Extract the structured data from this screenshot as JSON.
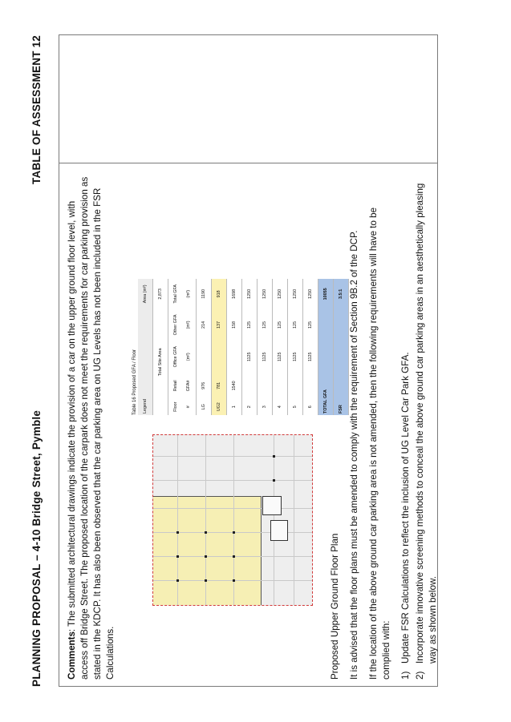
{
  "header": {
    "left_title": "PLANNING PROPOSAL – 4-10 Bridge Street, Pymble",
    "right_title": "TABLE OF ASSESSMENT   12"
  },
  "comments": {
    "label": "Comments",
    "text": ": The submitted architectural drawings indicate the provision of a car on the upper ground floor level, with access off Bridge Street. The proposed location of the carpark does not meet the requirements for car parking provision as stated in the KDCP. It has also been observed that the car parking area on UG Levels has not been included in the FSR Calculations."
  },
  "figure": {
    "plan_caption": "Proposed Upper Ground Floor Plan",
    "table_caption": "Table 16   Proposed GFA / Floor",
    "table": {
      "legend": "Legend",
      "area_header": "Area (m²)",
      "site_area_label": "Total Site Area",
      "site_area_value": "2,873",
      "columns": [
        "Floor #",
        "Retail GFA#",
        "Office GFA (m²)",
        "Other GFA (m²)",
        "Total GFA (m²)"
      ],
      "rows": [
        [
          "LG",
          "976",
          "",
          "214",
          "1190"
        ],
        [
          "UG2",
          "781",
          "",
          "137",
          "918"
        ],
        [
          "1",
          "1540",
          "",
          "158",
          "1698"
        ],
        [
          "2",
          "",
          "1125",
          "125",
          "1250"
        ],
        [
          "3",
          "",
          "1125",
          "125",
          "1250"
        ],
        [
          "4",
          "",
          "1125",
          "125",
          "1250"
        ],
        [
          "5",
          "",
          "1125",
          "125",
          "1250"
        ],
        [
          "6",
          "",
          "1125",
          "125",
          "1250"
        ]
      ],
      "total_label": "TOTAL GFA",
      "total_value": "10055",
      "fsr_label": "FSR",
      "fsr_value": "3.5:1"
    }
  },
  "advice": "It is advised that the floor plans must be amended to comply with the requirement of Section 9B.2 of the DCP.",
  "condition": "If the location of the above ground car parking area is not amended, then the following requirements will have to be complied with:",
  "requirements": [
    {
      "num": "1)",
      "text": "Update FSR Calculations to reflect the inclusion of UG Level Car Park GFA."
    },
    {
      "num": "2)",
      "text": "Incorporate innovative screening methods to conceal the above ground car parking areas in an aesthetically pleasing way as shown below."
    }
  ]
}
